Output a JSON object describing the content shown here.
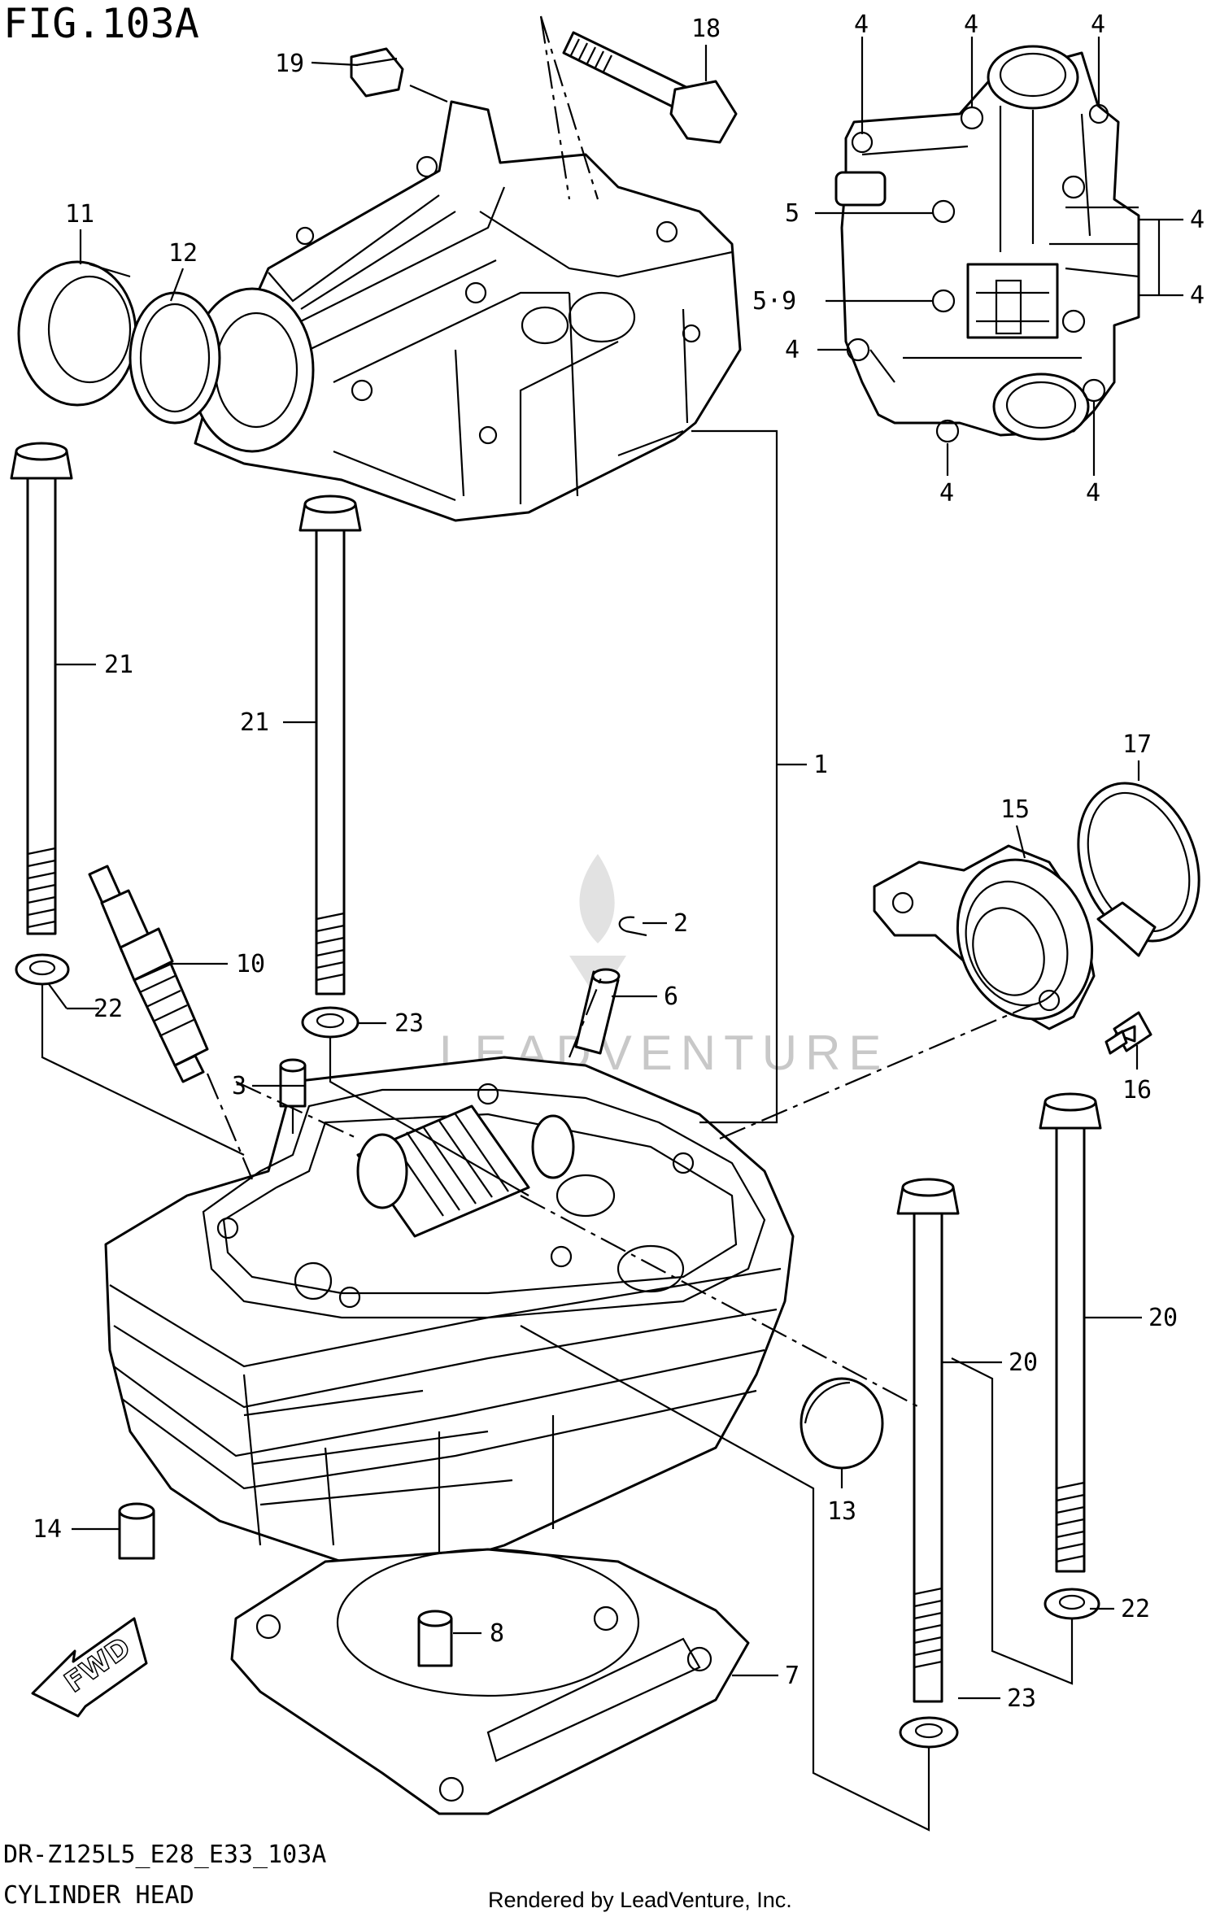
{
  "figure": {
    "title": "FIG.103A",
    "model_code": "DR-Z125L5_E28_E33_103A",
    "name": "CYLINDER HEAD",
    "credit": "Rendered by LeadVenture, Inc.",
    "watermark": "LEADVENTURE"
  },
  "callouts": {
    "c1": "1",
    "c2": "2",
    "c3": "3",
    "c4a": "4",
    "c4b": "4",
    "c4c": "4",
    "c4d": "4",
    "c4e": "4",
    "c4f": "4",
    "c4g": "4",
    "c4h": "4",
    "c5": "5",
    "c59": "5·9",
    "c6": "6",
    "c7": "7",
    "c8": "8",
    "c10": "10",
    "c11": "11",
    "c12": "12",
    "c13": "13",
    "c14": "14",
    "c15": "15",
    "c16": "16",
    "c17": "17",
    "c18": "18",
    "c19": "19",
    "c20a": "20",
    "c20b": "20",
    "c21a": "21",
    "c21b": "21",
    "c22a": "22",
    "c22b": "22",
    "c23a": "23",
    "c23b": "23"
  },
  "fwd_label": "FWD",
  "icons": [
    "fwd-arrow-icon",
    "leadventure-flame-logo-icon"
  ]
}
